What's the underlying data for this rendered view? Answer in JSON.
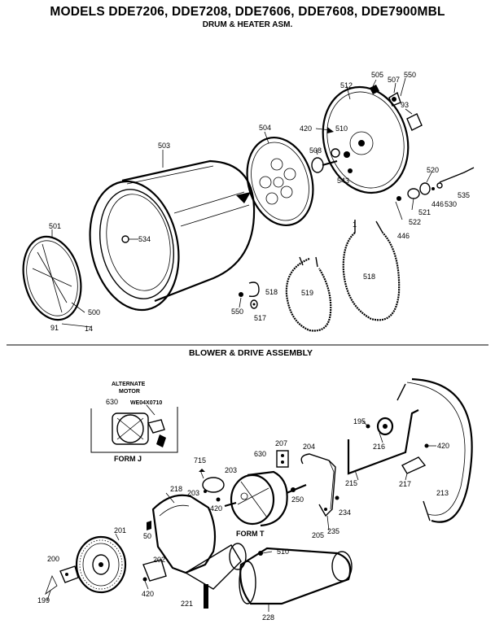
{
  "header": {
    "title": "MODELS DDE7206, DDE7208, DDE7606, DDE7608, DDE7900MBL",
    "subtitle": "DRUM & HEATER ASM."
  },
  "blower_section": {
    "title": "BLOWER & DRIVE ASSEMBLY"
  },
  "alternate_motor": {
    "heading_line1": "ALTERNATE",
    "heading_line2": "MOTOR",
    "part_number": "WE04X0710",
    "motor_label": "630",
    "form_label": "FORM J"
  },
  "form_t": "FORM T",
  "drum_labels": {
    "p501": "501",
    "p500": "500",
    "p91": "91",
    "p14": "14",
    "p503": "503",
    "p534": "534",
    "p504": "504",
    "p508": "508",
    "p420": "420",
    "p510": "510",
    "p512": "512",
    "p505": "505",
    "p507": "507",
    "p550a": "550",
    "p93": "93",
    "p543": "543",
    "p520": "520",
    "p521": "521",
    "p446a": "446",
    "p530": "530",
    "p535": "535",
    "p522": "522",
    "p446b": "446",
    "p518a": "518",
    "p519": "519",
    "p518b": "518",
    "p550b": "550",
    "p517": "517",
    "p1": "1"
  },
  "blower_labels": {
    "p195": "195",
    "p216": "216",
    "p420": "420",
    "p217": "217",
    "p215": "215",
    "p213": "213",
    "p207": "207",
    "p204": "204",
    "p715": "715",
    "p203a": "203",
    "p203b": "203",
    "p630": "630",
    "p218": "218",
    "p420b": "420",
    "p250": "250",
    "p234": "234",
    "p205": "205",
    "p235": "235",
    "p50": "50",
    "p201": "201",
    "p510": "510",
    "p200": "200",
    "p202": "202",
    "p420c": "420",
    "p221": "221",
    "p228": "228",
    "p199": "199"
  }
}
